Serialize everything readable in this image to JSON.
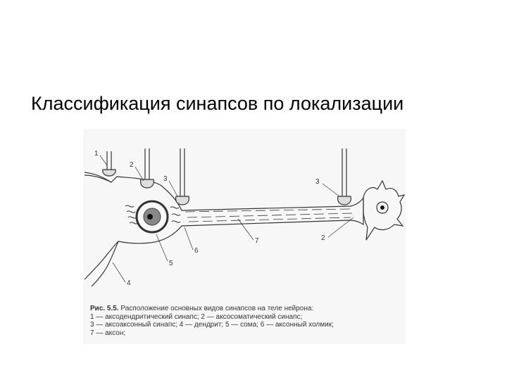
{
  "slide": {
    "title": "Классификация синапсов по локализации"
  },
  "figure": {
    "labels": {
      "l1": "1",
      "l2a": "2",
      "l3a": "3",
      "l3b": "3",
      "l2b": "2",
      "l4": "4",
      "l5": "5",
      "l6": "6",
      "l7": "7"
    },
    "caption": {
      "lead": "Рис. 5.5.",
      "line1": " Расположение основных видов синапсов на теле нейрона:",
      "line2": "1 — аксодендритический синапс; 2 — аксосоматический синапс;",
      "line3": "3 — аксоаксонный синапс; 4 — дендрит; 5 — сома; 6 — аксонный холмик;",
      "line4": "7 — аксон;"
    }
  }
}
